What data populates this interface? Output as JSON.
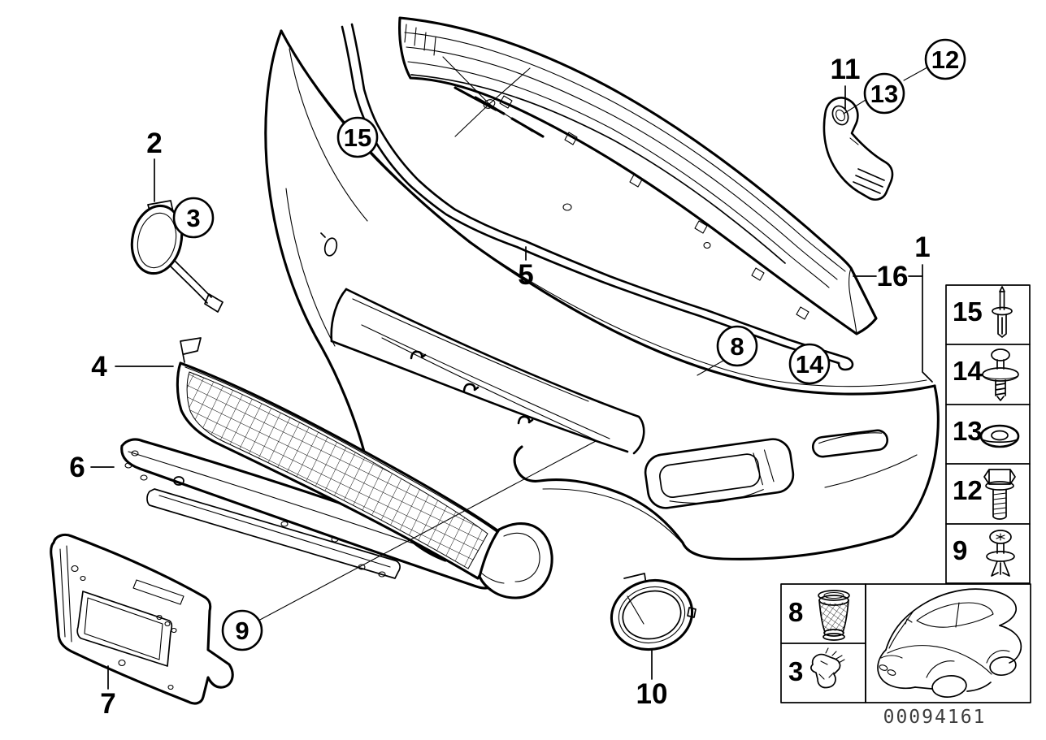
{
  "diagram": {
    "doc_number": "00094161",
    "callouts": {
      "c1": "1",
      "c2": "2",
      "c3": "3",
      "c4": "4",
      "c5": "5",
      "c6": "6",
      "c7": "7",
      "c8": "8",
      "c9": "9",
      "c10": "10",
      "c11": "11",
      "c12": "12",
      "c13": "13",
      "c14": "14",
      "c15": "15",
      "c16": "16"
    },
    "circled_callouts": [
      "3",
      "8",
      "9",
      "12",
      "13",
      "14",
      "15"
    ],
    "legend": {
      "items": [
        {
          "label": "15",
          "icon": "expanding-rivet-icon"
        },
        {
          "label": "14",
          "icon": "push-rivet-icon"
        },
        {
          "label": "13",
          "icon": "washer-icon"
        },
        {
          "label": "12",
          "icon": "hex-bolt-icon"
        },
        {
          "label": "9",
          "icon": "expanding-pin-rivet-icon"
        }
      ]
    },
    "inset": {
      "items": [
        {
          "label": "8",
          "icon": "threaded-insert-icon"
        },
        {
          "label": "3",
          "icon": "retaining-clip-icon"
        }
      ],
      "vehicle": "bmw-3-series-coupe-front-three-quarter"
    },
    "colors": {
      "line_color": "#000000",
      "background": "#ffffff",
      "doc_number_color": "#3d3d3d"
    }
  }
}
